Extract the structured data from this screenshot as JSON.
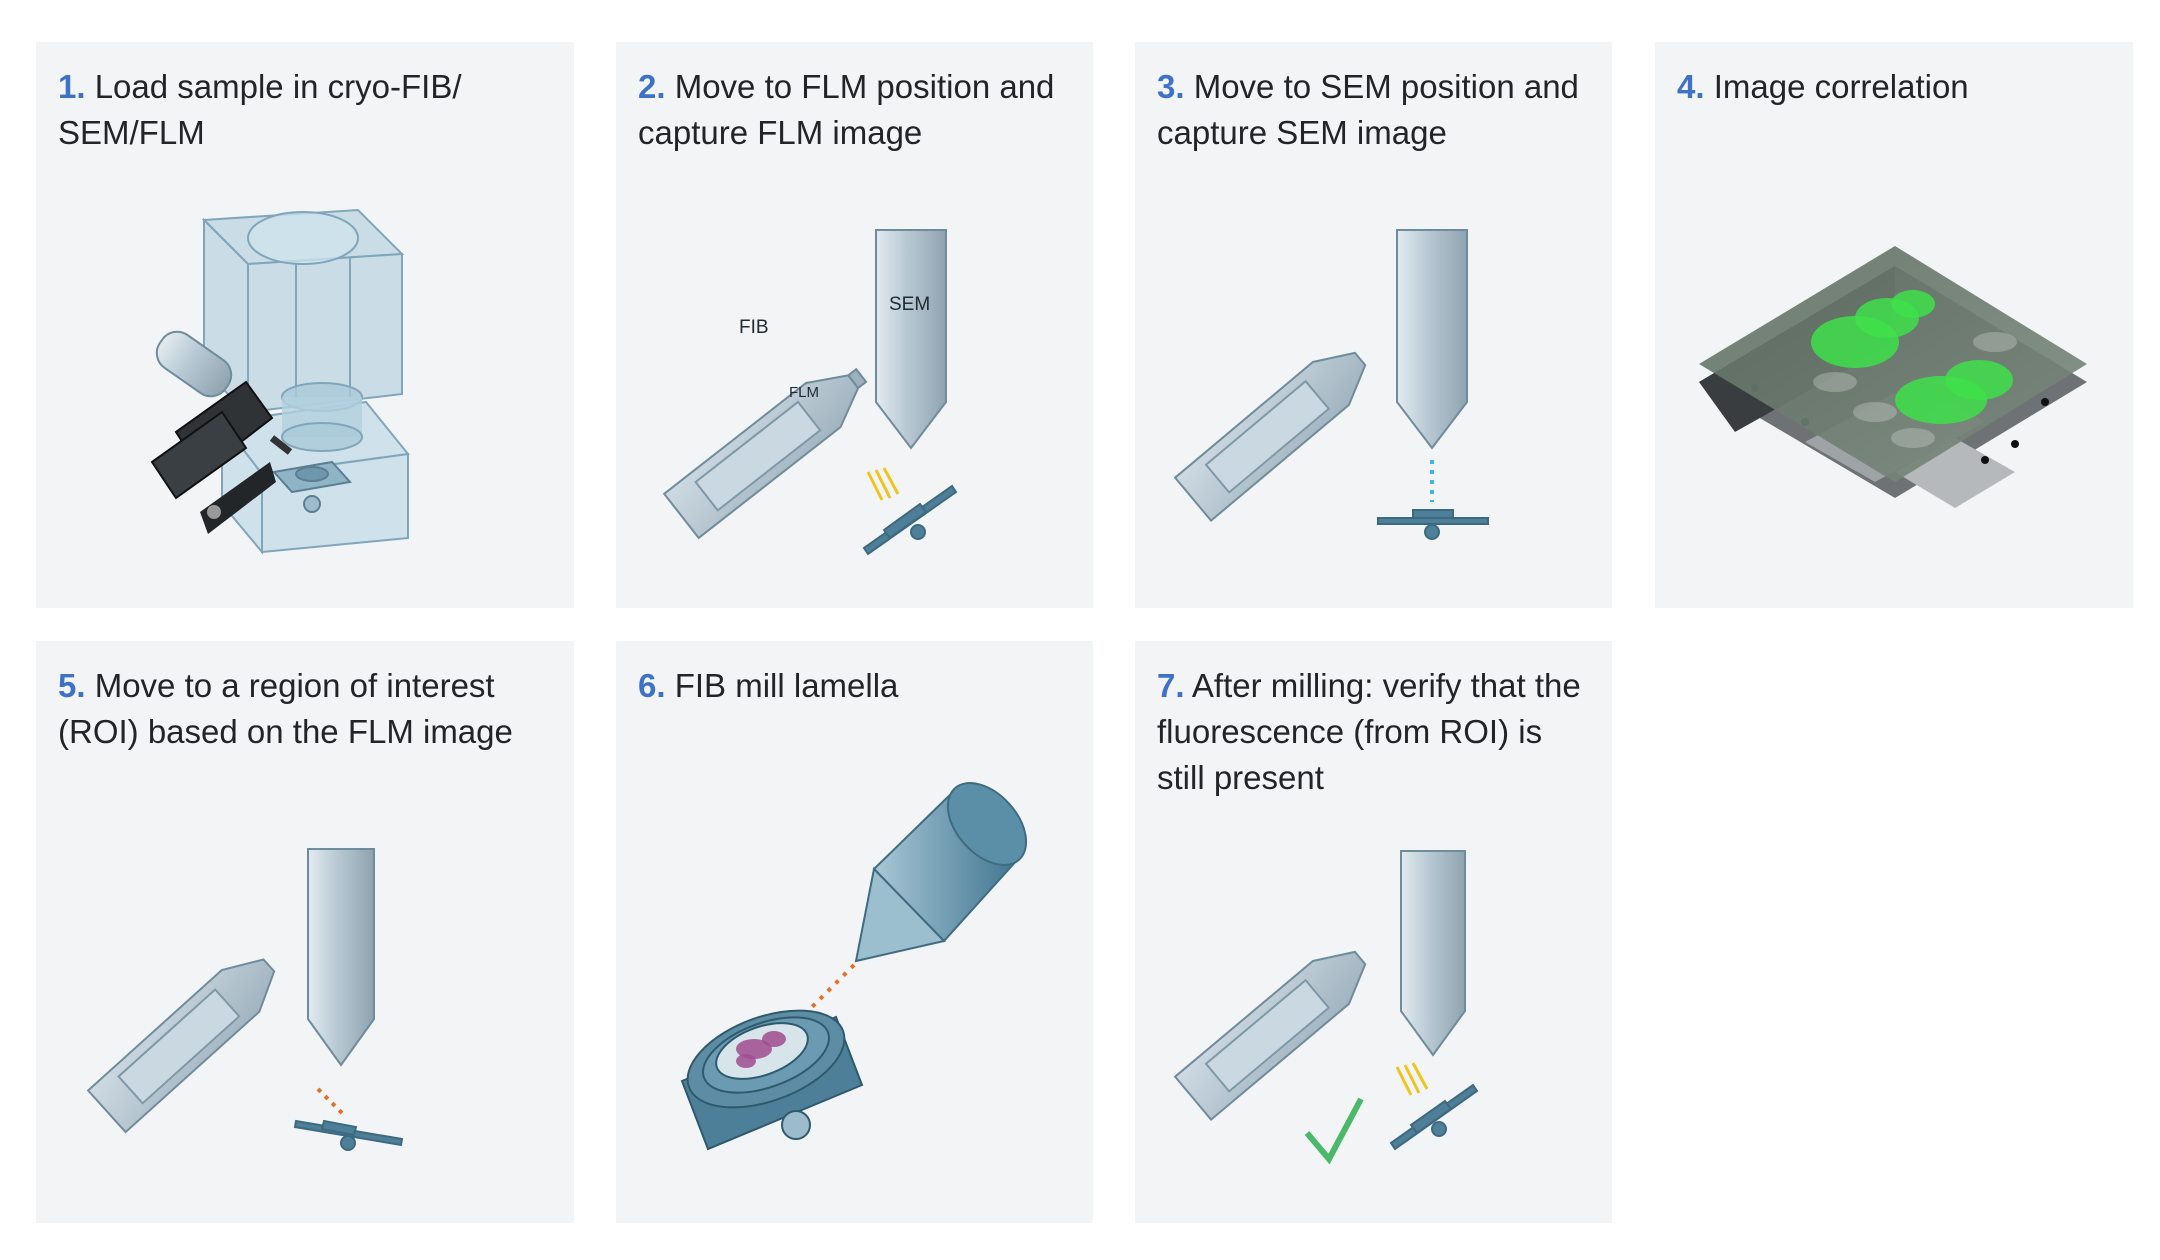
{
  "colors": {
    "panel_bg": "#f3f4f6",
    "step_number": "#3d72c8",
    "text": "#222428",
    "beam_orange": "#e2712c",
    "beam_blue": "#3cb6e6",
    "check_green": "#4cb86a",
    "fluorescence_green": "#3ee04a",
    "stage_blue": "#4e7f98"
  },
  "steps": [
    {
      "number": "1.",
      "text": "Load sample in cryo-FIB/ SEM/FLM",
      "icon": "cryo-chamber-icon"
    },
    {
      "number": "2.",
      "text": "Move to FLM position and capture FLM image",
      "icon": "flm-capture-icon",
      "labels": {
        "sem": "SEM",
        "fib": "FIB",
        "flm": "FLM"
      }
    },
    {
      "number": "3.",
      "text": "Move to SEM position and capture SEM image",
      "icon": "sem-capture-icon"
    },
    {
      "number": "4.",
      "text": "Image correlation",
      "icon": "image-overlay-icon"
    },
    {
      "number": "5.",
      "text": "Move to a region of interest (ROI) based on the FLM image",
      "icon": "roi-navigation-icon"
    },
    {
      "number": "6.",
      "text": "FIB mill lamella",
      "icon": "fib-milling-icon"
    },
    {
      "number": "7.",
      "text": "After milling: verify that the fluorescence (from ROI) is still present",
      "icon": "verify-check-icon"
    }
  ]
}
